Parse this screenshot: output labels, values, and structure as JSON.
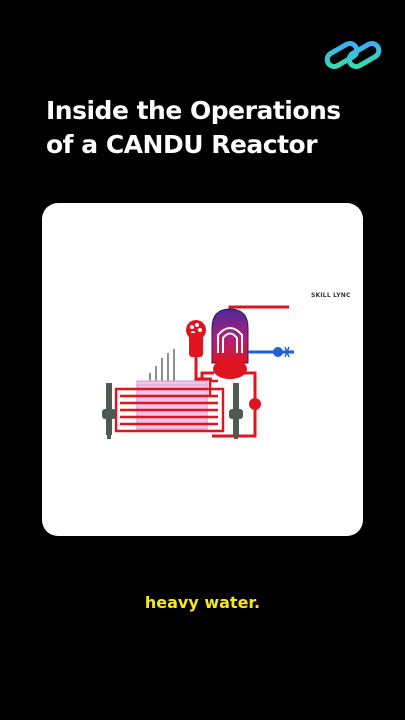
{
  "header": {
    "title_line_1": "Inside the Operations",
    "title_line_2": "of a CANDU Reactor",
    "logo_icon": "chain-link-icon"
  },
  "diagram": {
    "brand_label": "SKILL LYNC",
    "colors": {
      "pipe": "#e0141e",
      "coolant_blue": "#1f5fd1",
      "steam_generator_top": "#4a2a9a",
      "calandria": "#f3c4ec",
      "support": "#4f5a53"
    }
  },
  "caption": {
    "text": "heavy water."
  }
}
